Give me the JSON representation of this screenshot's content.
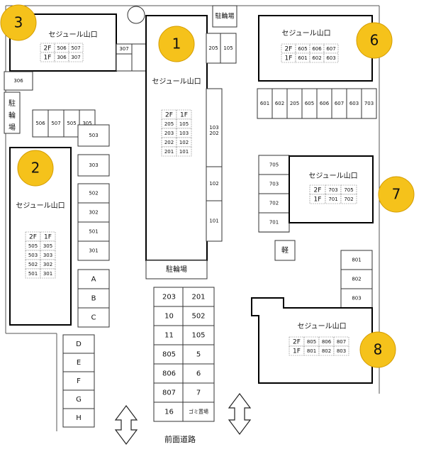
{
  "buildings": [
    {
      "id": "b3",
      "name": "セジュール山口",
      "badge": "3",
      "floors": [
        [
          "2F",
          "506",
          "507"
        ],
        [
          "1F",
          "306",
          "307"
        ]
      ]
    },
    {
      "id": "b1",
      "name": "セジュール山口",
      "badge": "1",
      "floors": [
        [
          "2F",
          "1F"
        ],
        [
          "205",
          "105"
        ],
        [
          "203",
          "103"
        ],
        [
          "202",
          "102"
        ],
        [
          "201",
          "101"
        ]
      ]
    },
    {
      "id": "b6",
      "name": "セジュール山口",
      "badge": "6",
      "floors": [
        [
          "2F",
          "605",
          "606",
          "607"
        ],
        [
          "1F",
          "601",
          "602",
          "603"
        ]
      ]
    },
    {
      "id": "b2",
      "name": "セジュール山口",
      "badge": "2",
      "floors": [
        [
          "2F",
          "1F"
        ],
        [
          "505",
          "305"
        ],
        [
          "503",
          "303"
        ],
        [
          "502",
          "302"
        ],
        [
          "501",
          "301"
        ]
      ]
    },
    {
      "id": "b7",
      "name": "セジュール山口",
      "badge": "7",
      "floors": [
        [
          "2F",
          "703",
          "705"
        ],
        [
          "1F",
          "701",
          "702"
        ]
      ]
    },
    {
      "id": "b8",
      "name": "セジュール山口",
      "badge": "8",
      "floors": [
        [
          "2F",
          "805",
          "806",
          "807"
        ],
        [
          "1F",
          "801",
          "802",
          "803"
        ]
      ]
    }
  ],
  "labels": {
    "bike_top": "駐輪場",
    "bike_left": "駐輪場",
    "bike_center": "駐輪場",
    "kei": "軽",
    "trash": "ゴミ置場",
    "road": "前面道路"
  },
  "spaces": {
    "s307": "307",
    "top_pair": [
      "205",
      "105"
    ],
    "right_col": [
      "103",
      "202",
      "102",
      "101"
    ],
    "row_a": [
      "506",
      "507",
      "505",
      "305"
    ],
    "s503": "503",
    "s303": "303",
    "left_col": [
      "502",
      "302",
      "501",
      "301"
    ],
    "abc": [
      "A",
      "B",
      "C"
    ],
    "dh": [
      "D",
      "E",
      "F",
      "G",
      "H"
    ],
    "row_top_right": [
      "601",
      "602",
      "205",
      "605",
      "606",
      "607",
      "603",
      "703"
    ],
    "col705": [
      "705",
      "703",
      "702",
      "701"
    ],
    "col80x": [
      "801",
      "802",
      "803"
    ],
    "center_left": [
      "203",
      "10",
      "11",
      "805",
      "806",
      "807",
      "16"
    ],
    "center_right": [
      "201",
      "502",
      "105",
      "5",
      "6",
      "7"
    ]
  }
}
